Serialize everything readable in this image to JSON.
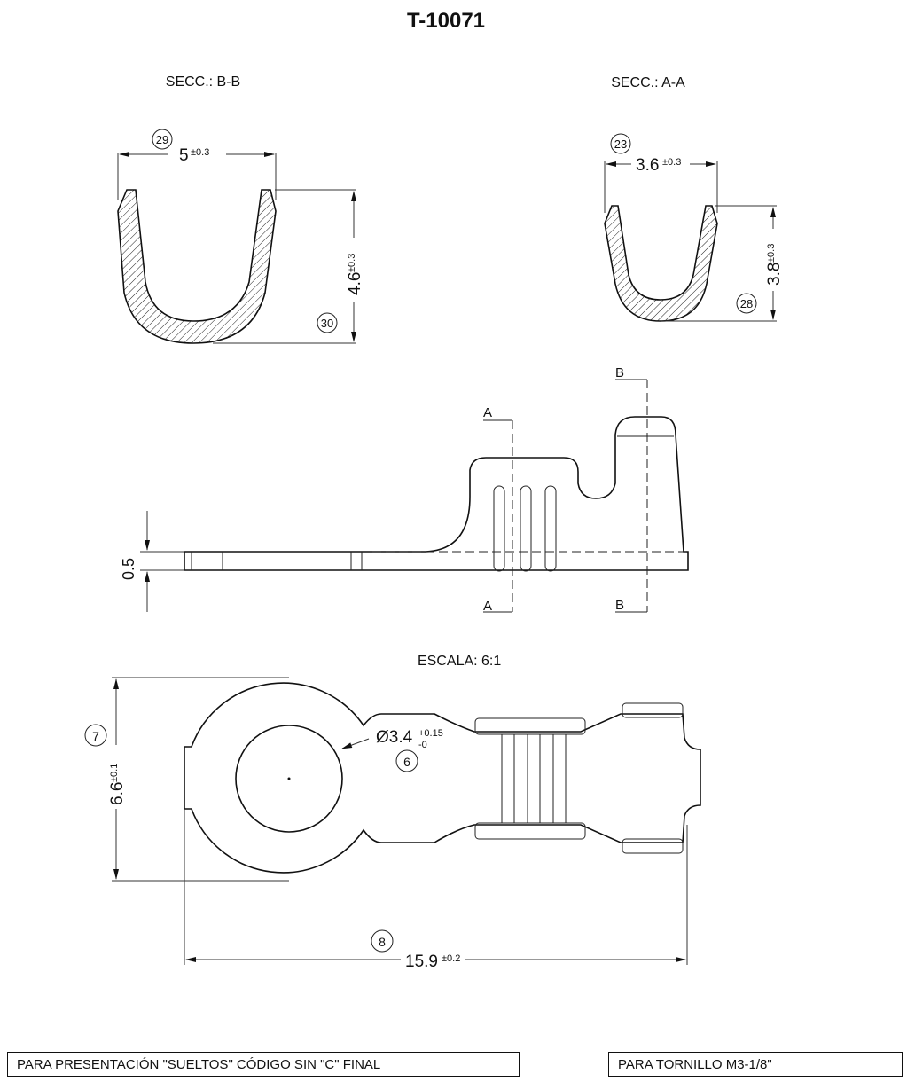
{
  "title": "T-10071",
  "section_bb": {
    "label": "SECC.: B-B",
    "width": "5",
    "width_tol": "±0.3",
    "height": "4.6",
    "height_tol": "±0.3",
    "balloon_width": "29",
    "balloon_height": "30"
  },
  "section_aa": {
    "label": "SECC.: A-A",
    "width": "3.6",
    "width_tol": "±0.3",
    "height": "3.8",
    "height_tol": "±0.3",
    "balloon_width": "23",
    "balloon_height": "28"
  },
  "side_view": {
    "thickness": "0.5",
    "cut_a": "A",
    "cut_b": "B"
  },
  "scale": "ESCALA:  6:1",
  "top_view": {
    "height": "6.6",
    "height_tol": "±0.1",
    "balloon_height": "7",
    "hole": "Ø3.4",
    "hole_tol_upper": "+0.15",
    "hole_tol_lower": "-0",
    "balloon_hole": "6",
    "length": "15.9",
    "length_tol": "±0.2",
    "balloon_length": "8"
  },
  "notes": {
    "left": "PARA PRESENTACIÓN \"SUELTOS\" CÓDIGO SIN \"C\" FINAL",
    "right": "PARA TORNILLO M3-1/8\""
  }
}
